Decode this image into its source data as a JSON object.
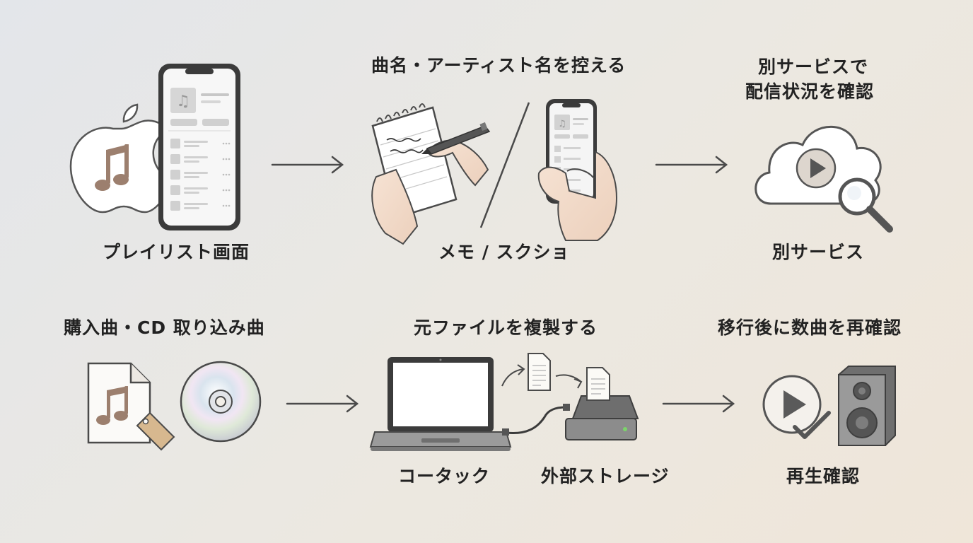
{
  "row1": {
    "step1_label": "プレイリスト画面",
    "step2_heading": "曲名・アーティスト名を控える",
    "step2_label": "メモ / スクショ",
    "step3_heading_line1": "別サービスで",
    "step3_heading_line2": "配信状況を確認",
    "step3_label": "別サービス"
  },
  "row2": {
    "step1_heading": "購入曲・CD 取り込み曲",
    "step2_heading": "元ファイルを複製する",
    "step2_label_left": "コータック",
    "step2_label_right": "外部ストレージ",
    "step3_heading": "移行後に数曲を再確認",
    "step3_label": "再生確認"
  },
  "icons": {
    "apple_music": "apple-music-icon",
    "phone": "smartphone-playlist-icon",
    "notepad": "notepad-writing-icon",
    "phone_hand": "phone-in-hand-icon",
    "cloud": "cloud-search-icon",
    "music_file": "music-file-tag-icon",
    "cd": "cd-disc-icon",
    "laptop": "laptop-icon",
    "storage": "external-storage-icon",
    "play_check": "play-check-icon",
    "speaker": "speaker-icon"
  },
  "colors": {
    "accent_brown": "#9c7f6e",
    "line_dark": "#4a4a4a",
    "tag_tan": "#d7b88f"
  }
}
